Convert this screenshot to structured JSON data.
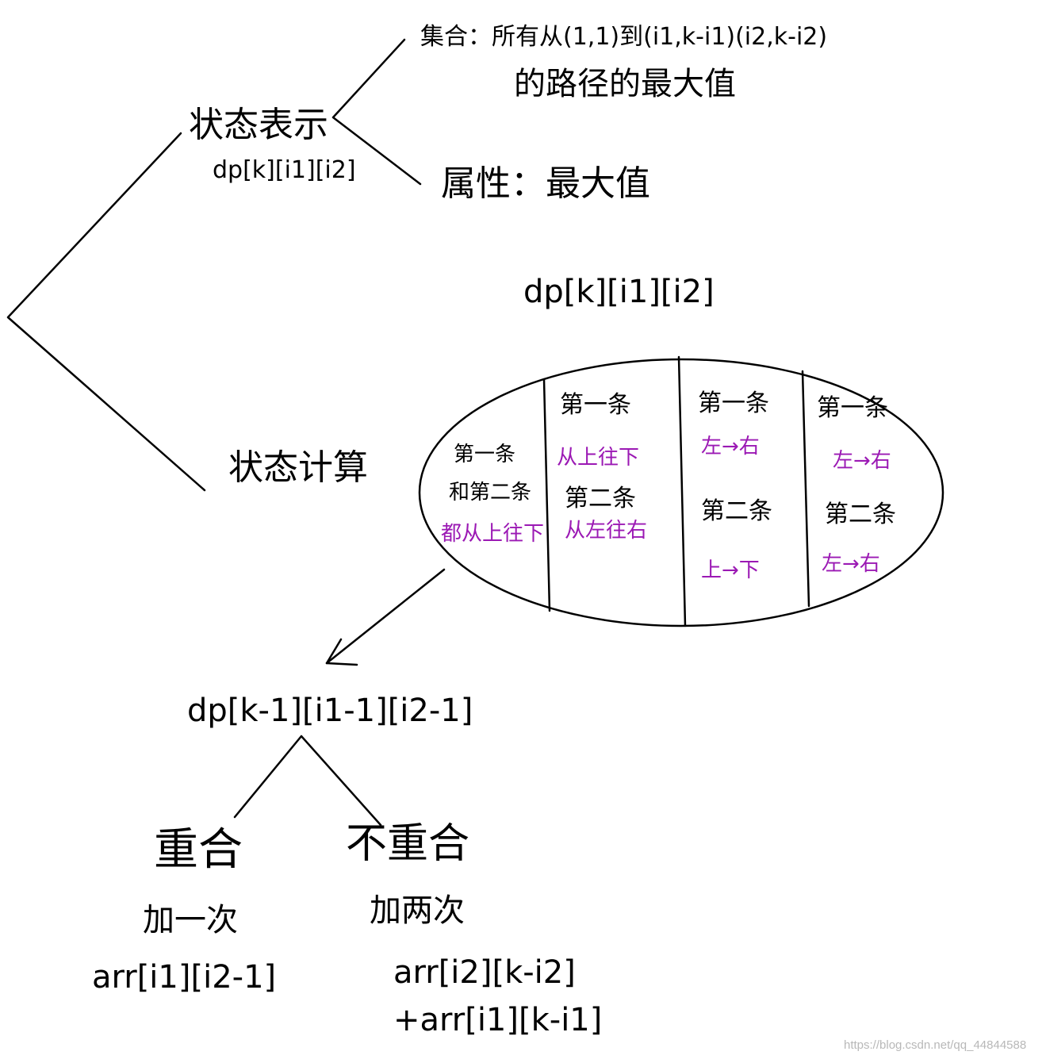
{
  "state_repr": {
    "label": "状态表示",
    "dp": "dp[k][i1][i2]",
    "set": {
      "line1": "集合：所有从(1,1)到(i1,k-i1)(i2,k-i2)",
      "line2": "的路径的最大值"
    },
    "attr": "属性：最大值"
  },
  "state_calc": {
    "label": "状态计算",
    "dp": "dp[k][i1][i2]",
    "cases": [
      {
        "first": "第一条",
        "second": "和第二条",
        "dir": "都从上往下"
      },
      {
        "first": "第一条",
        "dir1": "从上往下",
        "second": "第二条",
        "dir2": "从左往右"
      },
      {
        "first": "第一条",
        "dir1": "左→右",
        "second": "第二条",
        "dir2": "上→下"
      },
      {
        "first": "第一条",
        "dir1": "左→右",
        "second": "第二条",
        "dir2": "左→右"
      }
    ]
  },
  "transition": {
    "dp": "dp[k-1][i1-1][i2-1]",
    "overlap": {
      "label": "重合",
      "add": "加一次",
      "expr": "arr[i1][i2-1]"
    },
    "no_overlap": {
      "label": "不重合",
      "add": "加两次",
      "expr1": "arr[i2][k-i2]",
      "expr2": "+arr[i1][k-i1]"
    }
  },
  "watermark": "https://blog.csdn.net/qq_44844588",
  "colors": {
    "ink": "#000000",
    "accent": "#9b19b4"
  }
}
